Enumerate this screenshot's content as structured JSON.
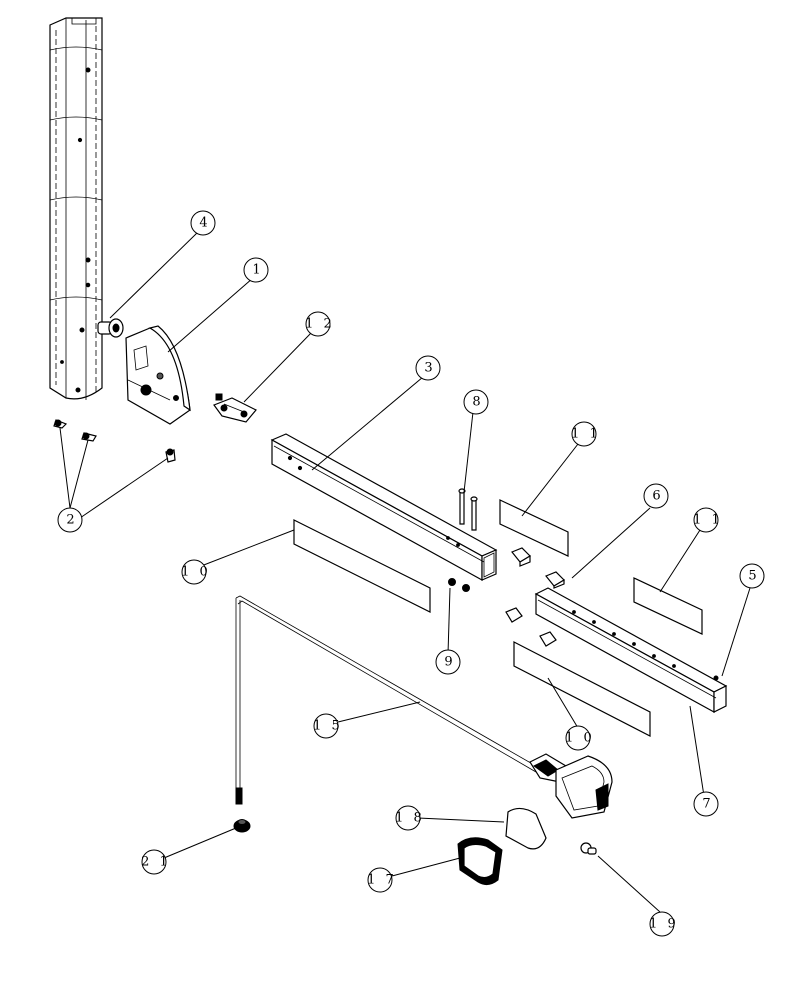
{
  "callouts": [
    {
      "label": "4"
    },
    {
      "label": "1"
    },
    {
      "label": "1 2"
    },
    {
      "label": "3"
    },
    {
      "label": "8"
    },
    {
      "label": "1 1"
    },
    {
      "label": "6"
    },
    {
      "label": "1 1"
    },
    {
      "label": "5"
    },
    {
      "label": "2"
    },
    {
      "label": "1 0"
    },
    {
      "label": "9"
    },
    {
      "label": "1 5"
    },
    {
      "label": "1 0"
    },
    {
      "label": "7"
    },
    {
      "label": "1 8"
    },
    {
      "label": "2 1"
    },
    {
      "label": "1 7"
    },
    {
      "label": "1 9"
    }
  ]
}
